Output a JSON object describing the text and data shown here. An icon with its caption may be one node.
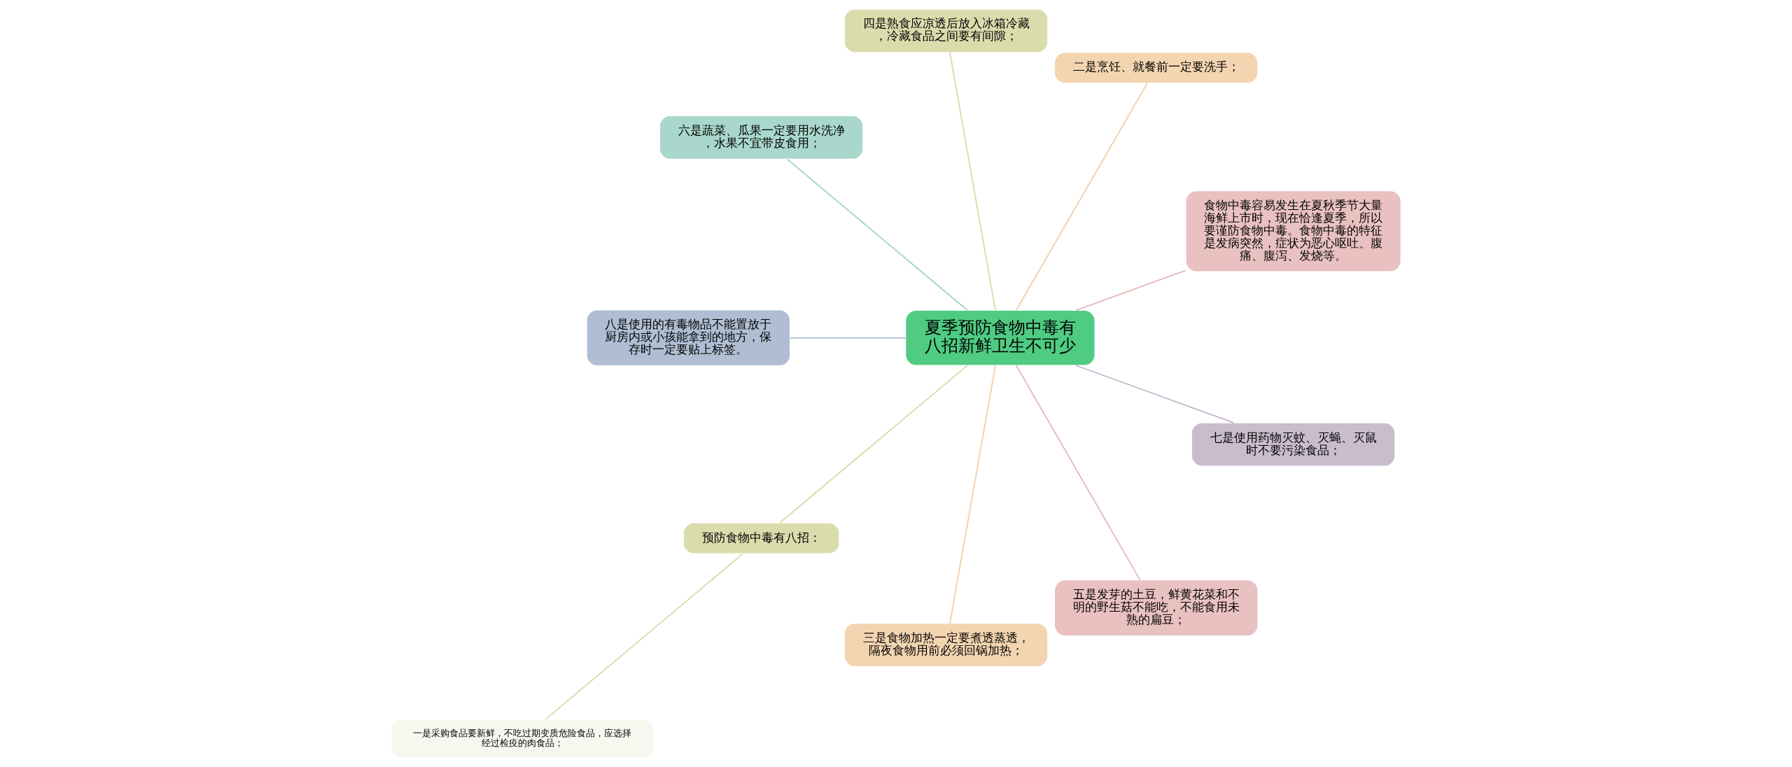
{
  "diagram": {
    "nodes": [
      {
        "text": [
          "夏季预防食物中毒有八招新鲜卫生不可少"
        ]
      },
      {
        "text": [
          "食物中毒容易发生在夏秋季节大量海鲜上市时，现在恰逢夏季，所以要谨防食物中毒。食物中毒的特征是发病突然，症状为恶心呕吐、腹痛、腹泻、发烧等。"
        ]
      },
      {
        "text": [
          "二是烹饪、就餐前一定要洗手；"
        ]
      },
      {
        "text": [
          "四是熟食应凉透后放入冰箱冷藏，冷藏食品之间要有间隙；"
        ]
      },
      {
        "text": [
          "六是蔬菜、瓜果一定要用水洗净，水果不宜带皮食用；"
        ]
      },
      {
        "text": [
          "八是使用的有毒物品不能置放于厨房内或小孩能拿到的地方，保存时一定要贴上标签。"
        ]
      },
      {
        "text": [
          "预防食物中毒有八招："
        ]
      },
      {
        "text": [
          "一是采购食品要新鲜，不吃过期变质危险食品，应选择经过检疫的肉食品；"
        ]
      },
      {
        "text": [
          "三是食物加热一定要煮透蒸透，隔夜食物用前必须回锅加热；"
        ]
      },
      {
        "text": [
          "五是发芽的土豆，鲜黄花菜和不明的野生菇不能吃，不能食用未熟的扁豆；"
        ]
      },
      {
        "text": [
          "七是使用药物灭蚊、灭蝇、灭鼠时不要污染食品；"
        ]
      }
    ],
    "edges": [
      {
        "from": 0,
        "to": 1,
        "arrow": "none",
        "color": "#e6b8b8"
      },
      {
        "from": 0,
        "to": 2,
        "arrow": "none",
        "color": "#f0cfa6"
      },
      {
        "from": 0,
        "to": 3,
        "arrow": "none",
        "color": "#d6dba8"
      },
      {
        "from": 0,
        "to": 4,
        "arrow": "none",
        "color": "#9fd3c4"
      },
      {
        "from": 0,
        "to": 5,
        "arrow": "none",
        "color": "#a9b9cf"
      },
      {
        "from": 0,
        "to": 6,
        "arrow": "none",
        "color": "#d6dba8"
      },
      {
        "from": 6,
        "to": 7,
        "arrow": "none",
        "color": "#d6dba8"
      },
      {
        "from": 0,
        "to": 8,
        "arrow": "none",
        "color": "#f0cfa6"
      },
      {
        "from": 0,
        "to": 9,
        "arrow": "none",
        "color": "#e6b8b8"
      },
      {
        "from": 0,
        "to": 10,
        "arrow": "none",
        "color": "#c4b4ca"
      }
    ]
  }
}
